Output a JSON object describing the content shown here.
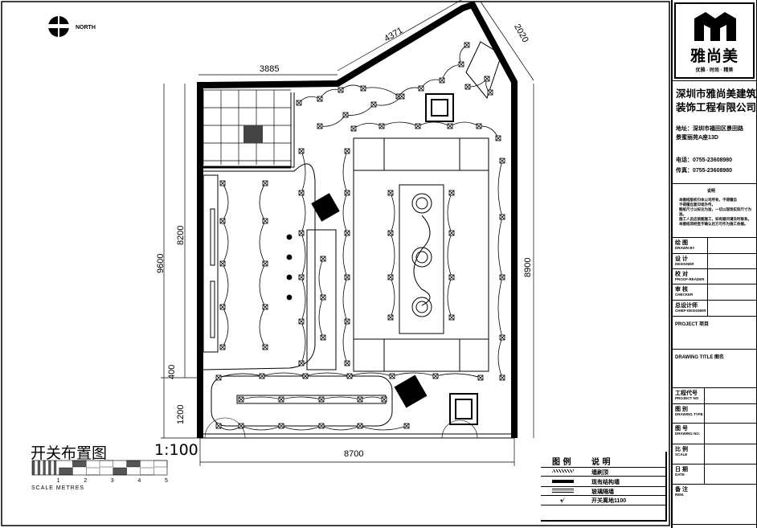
{
  "north_label": "NORTH",
  "dimensions": {
    "top_left": "3885",
    "top_diagonal": "4371",
    "right_diagonal": "2020",
    "left_total": "9600",
    "left_upper": "8200",
    "left_mid": "400",
    "left_lower": "1200",
    "right": "8900",
    "bottom": "8700"
  },
  "plan": {
    "title": "开关布置图",
    "scale": "1:100",
    "scale_bar_unit": "SCALE METRES",
    "scale_ticks": [
      "1",
      "2",
      "3",
      "4",
      "5"
    ]
  },
  "legend": {
    "col1": "图 例",
    "col2": "说 明",
    "items": [
      {
        "symbol": "hatch",
        "label": "墙刷顶"
      },
      {
        "symbol": "solid-wall",
        "label": "现有结构墙"
      },
      {
        "symbol": "glass-wall",
        "label": "玻璃隔墙"
      },
      {
        "symbol": "switch",
        "label": "开关离地1100"
      }
    ]
  },
  "title_block": {
    "brand": "雅尚美",
    "slogan": "优雅 · 时尚 · 精美",
    "company": [
      "深圳市雅尚美建筑",
      "装饰工程有限公司"
    ],
    "address": [
      "地址：深圳市福田区景田路",
      "景蜜丽苑A座13D"
    ],
    "phone": "电话：0755-23608980",
    "fax": "传真：0755-23608980",
    "notes_title": "说明",
    "notes": [
      "本图纸版权归本公司所有，不得擅自",
      "不得擅自复印或外传。",
      "图纸尺寸以标注为准，一切以现场实际尺寸为准。",
      "施工人员应按图施工，如有疑问请及时联系。",
      "本图纸须经签字确认后方可作为施工依据。"
    ],
    "sign_rows": [
      {
        "cn": "绘 图",
        "en": "DRAWN BY"
      },
      {
        "cn": "设 计",
        "en": "DESIGNER"
      },
      {
        "cn": "校 对",
        "en": "PROOF-READER"
      },
      {
        "cn": "审 核",
        "en": "CHECKER"
      },
      {
        "cn": "总设计师",
        "en": "CHIEF-DESIGNER"
      }
    ],
    "project_label": "PROJECT 项目",
    "drawing_title_label": "DRAWING TITLE 图名",
    "info_rows": [
      {
        "cn": "工程代号",
        "en": "PROJECT NO"
      },
      {
        "cn": "图 别",
        "en": "DRAWING TYPE"
      },
      {
        "cn": "图 号",
        "en": "DRAWING NO."
      },
      {
        "cn": "比 例",
        "en": "SCALE"
      },
      {
        "cn": "日 期",
        "en": "DATE"
      },
      {
        "cn": "备 注",
        "en": "REM."
      }
    ]
  }
}
